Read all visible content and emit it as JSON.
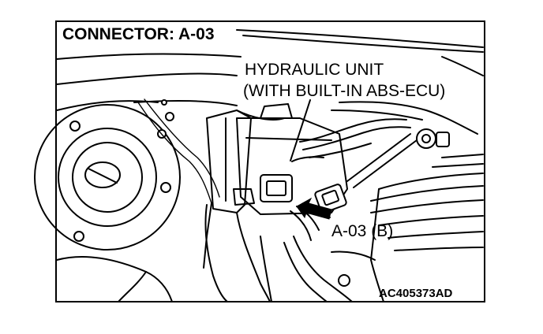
{
  "figure": {
    "title": "CONNECTOR: A-03",
    "component_label_line1": "HYDRAULIC UNIT",
    "component_label_line2": "(WITH BUILT-IN ABS-ECU)",
    "connector_label": "A-03 (B)",
    "figure_code": "AC405373AD"
  },
  "colors": {
    "ink": "#000000",
    "paper": "#ffffff"
  },
  "icons": {
    "pointer": "black-arrow-icon"
  }
}
